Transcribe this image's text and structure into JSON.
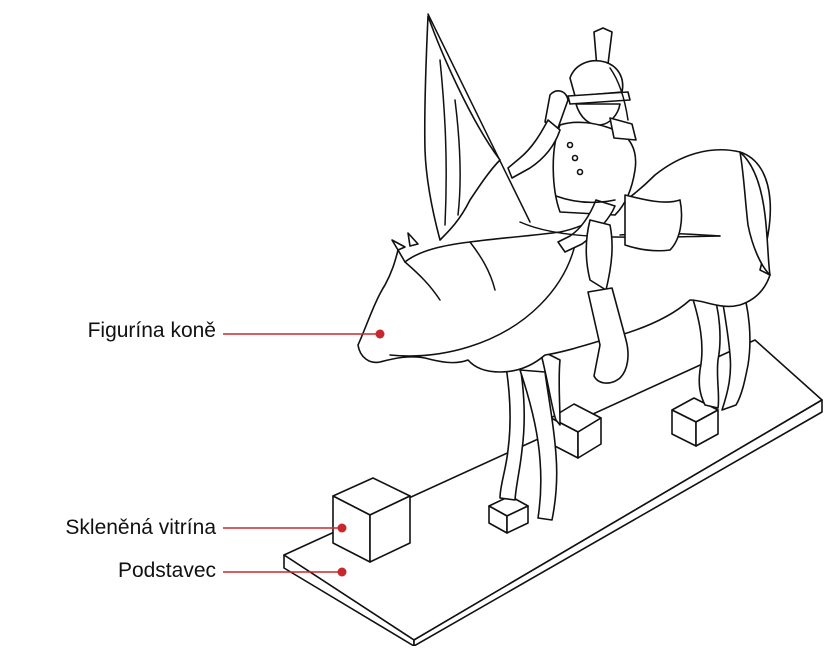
{
  "labels": {
    "horse": "Figurína koně",
    "vitrine": "Skleněná vitrína",
    "base": "Podstavec"
  },
  "colors": {
    "leader": "#c8282d",
    "ink": "#111111",
    "background": "#ffffff"
  }
}
